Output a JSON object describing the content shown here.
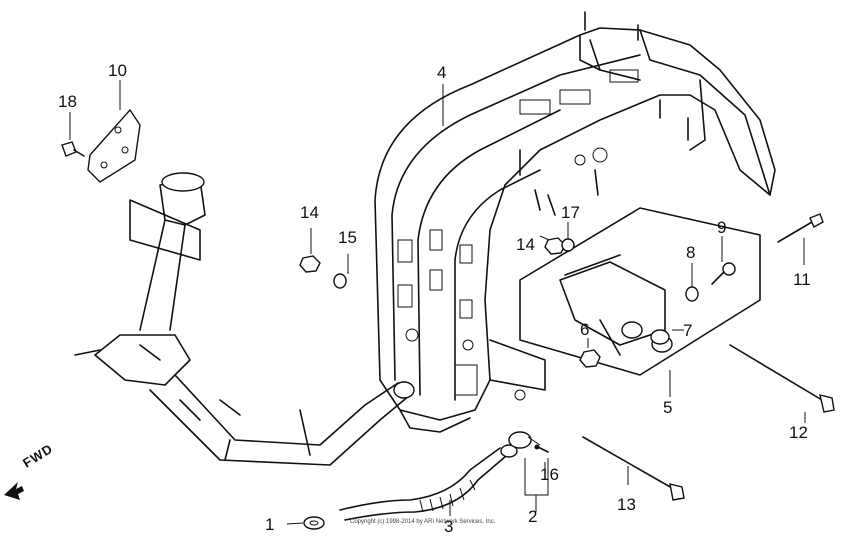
{
  "diagram": {
    "callouts": [
      {
        "id": "c1",
        "text": "1"
      },
      {
        "id": "c2",
        "text": "2"
      },
      {
        "id": "c3",
        "text": "3"
      },
      {
        "id": "c4",
        "text": "4"
      },
      {
        "id": "c5",
        "text": "5"
      },
      {
        "id": "c6",
        "text": "6"
      },
      {
        "id": "c7",
        "text": "7"
      },
      {
        "id": "c8",
        "text": "8"
      },
      {
        "id": "c9",
        "text": "9"
      },
      {
        "id": "c10",
        "text": "10"
      },
      {
        "id": "c11",
        "text": "11"
      },
      {
        "id": "c12",
        "text": "12"
      },
      {
        "id": "c13",
        "text": "13"
      },
      {
        "id": "c14a",
        "text": "14"
      },
      {
        "id": "c14b",
        "text": "14"
      },
      {
        "id": "c15",
        "text": "15"
      },
      {
        "id": "c16",
        "text": "16"
      },
      {
        "id": "c17",
        "text": "17"
      },
      {
        "id": "c18",
        "text": "18"
      }
    ],
    "direction_label": "FWD",
    "copyright": "Copyright (c) 1998-2014 by ARI Network Services, Inc."
  }
}
